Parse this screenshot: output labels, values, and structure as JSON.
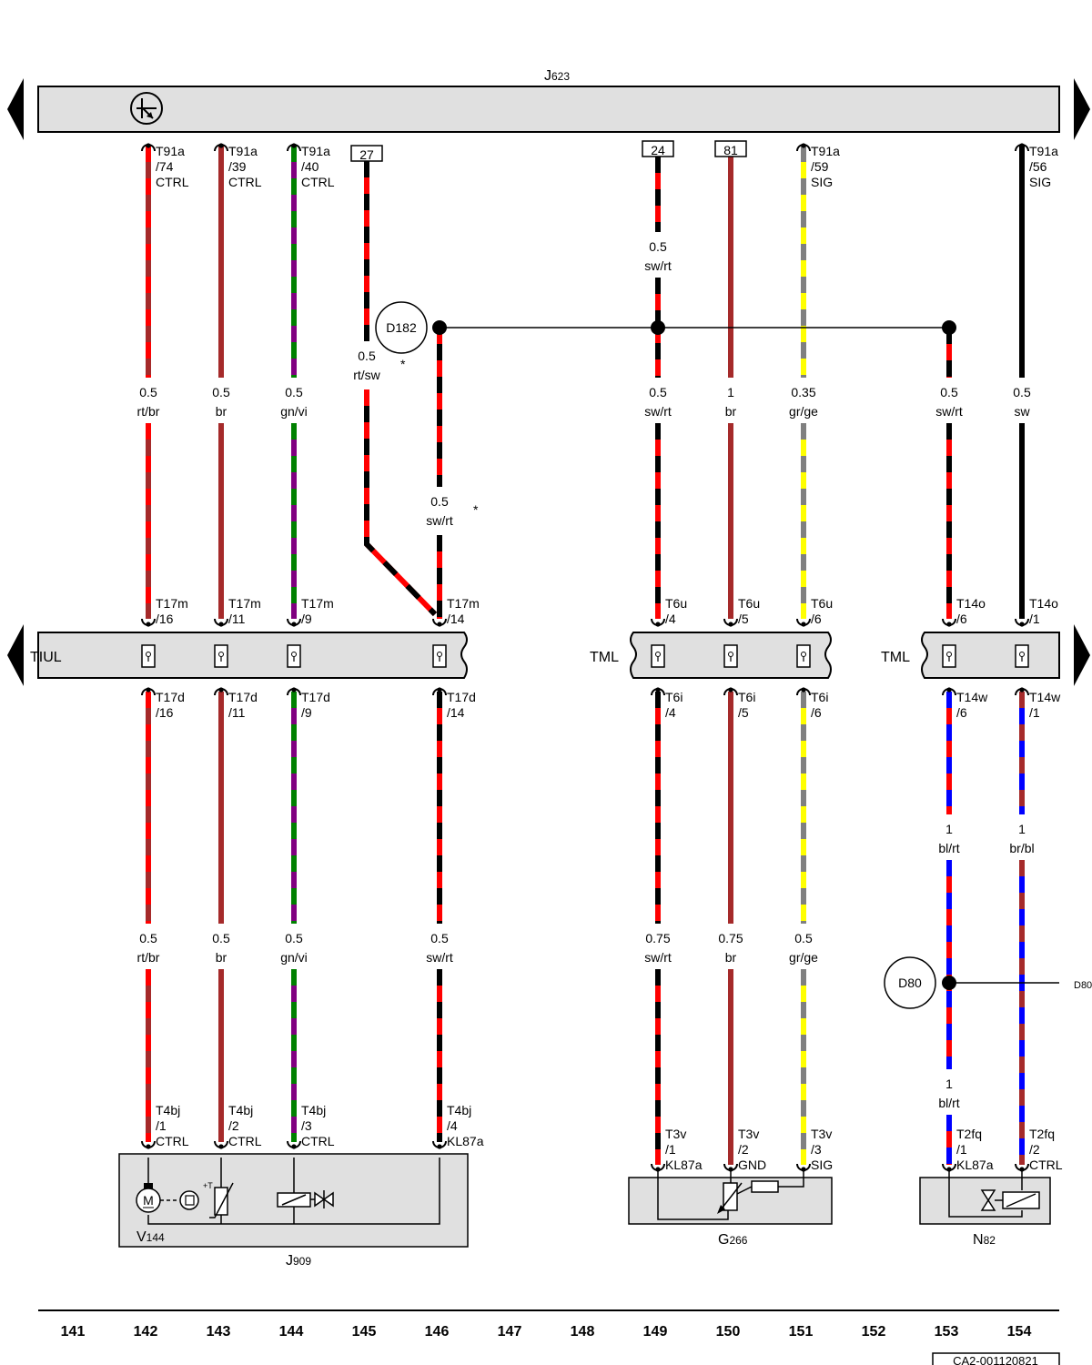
{
  "title": {
    "main": "J",
    "sub": "623"
  },
  "colors": {
    "rt": "#ff0000",
    "sw": "#000000",
    "br": "#a52a2a",
    "gn": "#008000",
    "vi": "#800080",
    "gr": "#808080",
    "ge": "#ffff00",
    "bl": "#0000ff",
    "bar_fill": "#e0e0e0"
  },
  "bars": {
    "tiul": "TIUL",
    "tml_1": "TML",
    "tml_2": "TML"
  },
  "points": {
    "d182": "D182",
    "d80": "D80",
    "d80_ref": "D80",
    "star_1": "*",
    "star_2": "*"
  },
  "refs": {
    "r27": "27",
    "r24": "24",
    "r81": "81"
  },
  "pins": {
    "p1": [
      "T91a",
      "/74",
      "CTRL"
    ],
    "p2": [
      "T91a",
      "/39",
      "CTRL"
    ],
    "p3": [
      "T91a",
      "/40",
      "CTRL"
    ],
    "p4": [
      "T91a",
      "/59",
      "SIG"
    ],
    "p5": [
      "T91a",
      "/56",
      "SIG"
    ],
    "t17m_16": [
      "T17m",
      "/16"
    ],
    "t17m_11": [
      "T17m",
      "/11"
    ],
    "t17m_9": [
      "T17m",
      "/9"
    ],
    "t17m_14": [
      "T17m",
      "/14"
    ],
    "t6u_4": [
      "T6u",
      "/4"
    ],
    "t6u_5": [
      "T6u",
      "/5"
    ],
    "t6u_6": [
      "T6u",
      "/6"
    ],
    "t14o_6": [
      "T14o",
      "/6"
    ],
    "t14o_1": [
      "T14o",
      "/1"
    ],
    "t17d_16": [
      "T17d",
      "/16"
    ],
    "t17d_11": [
      "T17d",
      "/11"
    ],
    "t17d_9": [
      "T17d",
      "/9"
    ],
    "t17d_14": [
      "T17d",
      "/14"
    ],
    "t6i_4": [
      "T6i",
      "/4"
    ],
    "t6i_5": [
      "T6i",
      "/5"
    ],
    "t6i_6": [
      "T6i",
      "/6"
    ],
    "t14w_6": [
      "T14w",
      "/6"
    ],
    "t14w_1": [
      "T14w",
      "/1"
    ],
    "t4bj_1": [
      "T4bj",
      "/1",
      "CTRL"
    ],
    "t4bj_2": [
      "T4bj",
      "/2",
      "CTRL"
    ],
    "t4bj_3": [
      "T4bj",
      "/3",
      "CTRL"
    ],
    "t4bj_4": [
      "T4bj",
      "/4",
      "KL87a"
    ],
    "t3v_1": [
      "T3v",
      "/1",
      "KL87a"
    ],
    "t3v_2": [
      "T3v",
      "/2",
      "GND"
    ],
    "t3v_3": [
      "T3v",
      "/3",
      "SIG"
    ],
    "t2fq_1": [
      "T2fq",
      "/1",
      "KL87a"
    ],
    "t2fq_2": [
      "T2fq",
      "/2",
      "CTRL"
    ]
  },
  "wire_labels": {
    "a1": [
      "0.5",
      "rt/br"
    ],
    "a2": [
      "0.5",
      "br"
    ],
    "a3": [
      "0.5",
      "gn/vi"
    ],
    "a4": [
      "0.5",
      "rt/sw"
    ],
    "a5": [
      "0.5",
      "sw/rt"
    ],
    "a6": [
      "0.5",
      "sw/rt"
    ],
    "a7": [
      "0.5",
      "sw/rt"
    ],
    "a8": [
      "1",
      "br"
    ],
    "a9": [
      "0.35",
      "gr/ge"
    ],
    "a10": [
      "0.5",
      "sw/rt"
    ],
    "a11": [
      "0.5",
      "sw"
    ],
    "b1": [
      "0.5",
      "rt/br"
    ],
    "b2": [
      "0.5",
      "br"
    ],
    "b3": [
      "0.5",
      "gn/vi"
    ],
    "b4": [
      "0.5",
      "sw/rt"
    ],
    "b5": [
      "0.75",
      "sw/rt"
    ],
    "b6": [
      "0.75",
      "br"
    ],
    "b7": [
      "0.5",
      "gr/ge"
    ],
    "c1": [
      "1",
      "bl/rt"
    ],
    "c2": [
      "1",
      "br/bl"
    ],
    "c3": [
      "1",
      "bl/rt"
    ]
  },
  "components": {
    "j909": {
      "main": "J",
      "sub": "909"
    },
    "v144": {
      "main": "V",
      "sub": "144"
    },
    "g266": {
      "main": "G",
      "sub": "266"
    },
    "n82": {
      "main": "N",
      "sub": "82"
    },
    "motor_letter": "M",
    "ptc_label": "+T"
  },
  "columns": [
    "141",
    "142",
    "143",
    "144",
    "145",
    "146",
    "147",
    "148",
    "149",
    "150",
    "151",
    "152",
    "153",
    "154"
  ],
  "doc_code": "CA2-001120821"
}
